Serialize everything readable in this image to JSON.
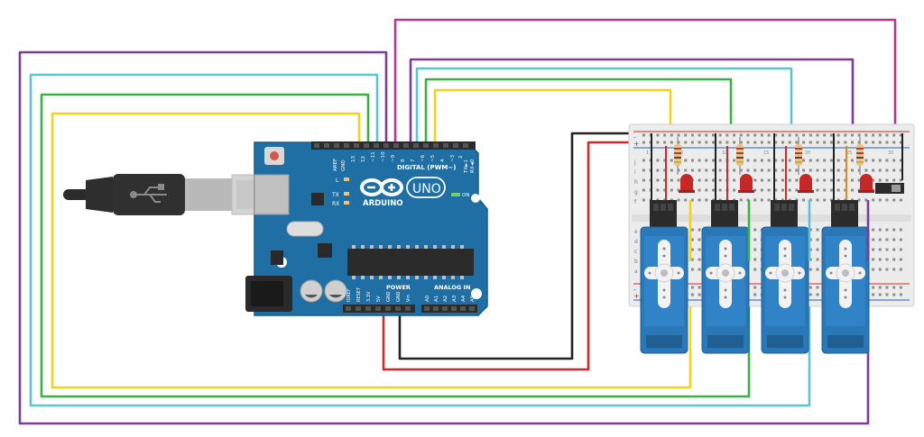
{
  "board": {
    "brand_label": "ARDUINO",
    "model_label": "UNO",
    "digital_label": "DIGITAL (PWM~)",
    "power_label": "POWER",
    "analog_label": "ANALOG IN",
    "on_label": "ON",
    "led_labels": [
      "L",
      "TX",
      "RX"
    ],
    "digital_pins": [
      "AREF",
      "GND",
      "13",
      "12",
      "~11",
      "~10",
      "~9",
      "8",
      "7",
      "~6",
      "~5",
      "4",
      "~3",
      "2",
      "TX►1",
      "RX◄0"
    ],
    "power_pins": [
      "IOREF",
      "RESET",
      "3.3V",
      "5V",
      "GND",
      "GND",
      "Vin"
    ],
    "analog_pins": [
      "A0",
      "A1",
      "A2",
      "A3",
      "A4",
      "A5"
    ]
  },
  "breadboard": {
    "row_letters_top": [
      "j",
      "i",
      "h",
      "g",
      "f"
    ],
    "row_letters_bottom": [
      "e",
      "d",
      "c",
      "b",
      "a"
    ],
    "rail_plus": "+",
    "rail_minus": "-",
    "column_numbers": [
      "1",
      "5",
      "10",
      "15",
      "20",
      "25",
      "30"
    ]
  },
  "servo_count": 4,
  "wire_colors": {
    "yellow": "#f2d21b",
    "green": "#3bb043",
    "cyan": "#5bc3d6",
    "purple": "#7d3c98",
    "magenta": "#b83592",
    "red": "#d62728",
    "black": "#222222"
  },
  "colors": {
    "board_blue": "#1f6fa5",
    "servo_blue": "#2a78b8",
    "led_red": "#c62828",
    "breadboard": "#ececec"
  }
}
